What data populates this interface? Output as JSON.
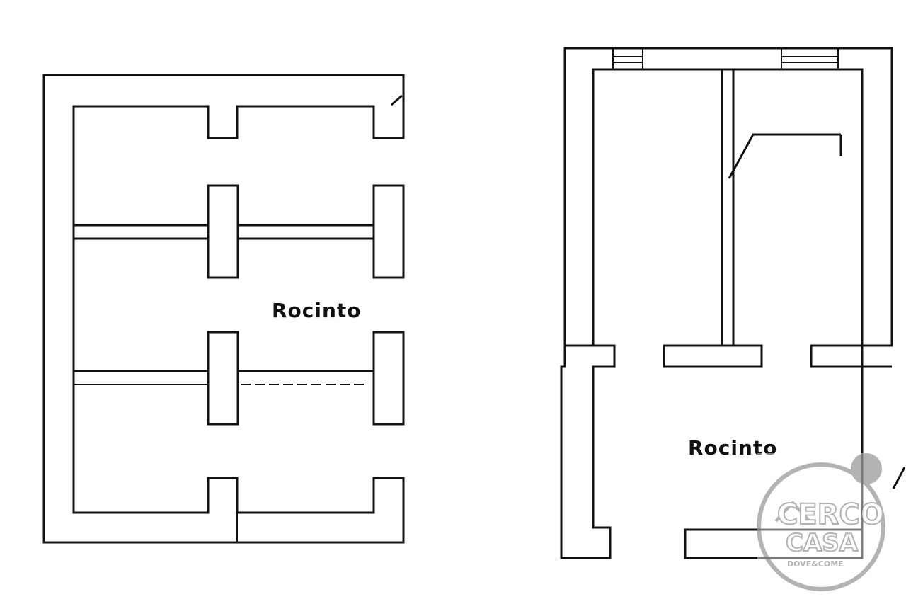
{
  "floor_plans": [
    {
      "room_label": "Rocinto"
    },
    {
      "room_label": "Rocinto"
    }
  ],
  "watermark": {
    "brand_line1": "CERCO",
    "brand_line2": "CASA",
    "tagline": "DOVE&COME",
    "color": "#9a9a9a"
  },
  "colors": {
    "wall_stroke": "#111111",
    "background": "#ffffff"
  }
}
